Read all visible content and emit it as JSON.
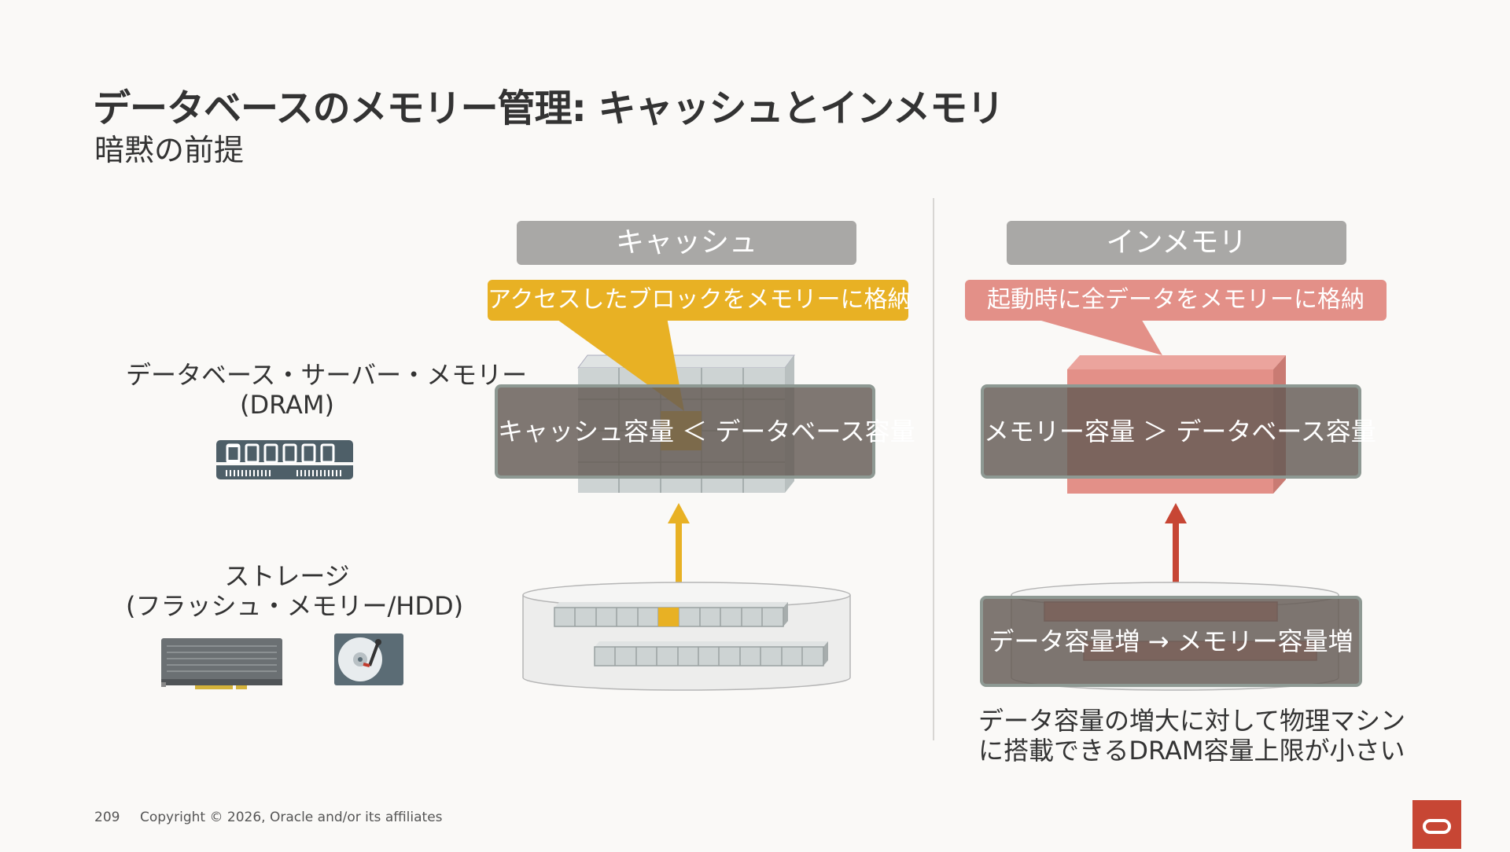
{
  "header": {
    "title": "データベースのメモリー管理: キャッシュとインメモリ",
    "subtitle": "暗黙の前提"
  },
  "left": {
    "dram_label_line1": "データベース・サーバー・メモリー",
    "dram_label_line2": "(DRAM)",
    "storage_label_line1": "ストレージ",
    "storage_label_line2": "(フラッシュ・メモリー/HDD)"
  },
  "cache": {
    "header": "キャッシュ",
    "callout": "アクセスしたブロックをメモリーに格納",
    "overlay": "キャッシュ容量 ＜ データベース容量",
    "accent_color": "#e8b124"
  },
  "inmemory": {
    "header": "インメモリ",
    "callout": "起動時に全データをメモリーに格納",
    "overlay": "メモリー容量 ＞ データベース容量",
    "storage_overlay": "データ容量増 → メモリー容量増",
    "note_line1": "データ容量の増大に対して物理マシン",
    "note_line2": "に搭載できるDRAM容量上限が小さい",
    "accent_color": "#e39088"
  },
  "footer": {
    "page_number": "209",
    "copyright": "Copyright © 2026, Oracle and/or its affiliates"
  },
  "icons": [
    "dram-module-icon",
    "flash-card-icon",
    "hard-disk-icon",
    "oracle-logo-icon"
  ]
}
